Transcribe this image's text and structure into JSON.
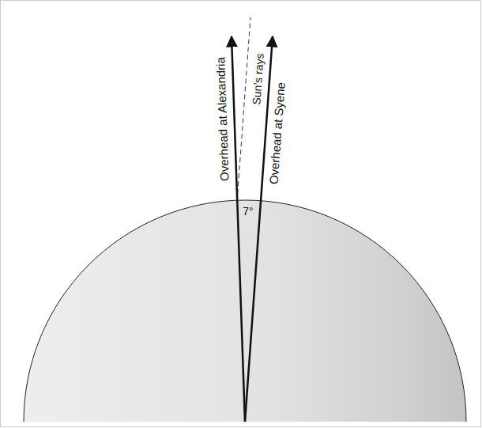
{
  "diagram": {
    "labels": [
      "Overhead at Alexandria",
      "Sun’s rays",
      "Overhead at Syene",
      "7°"
    ]
  }
}
